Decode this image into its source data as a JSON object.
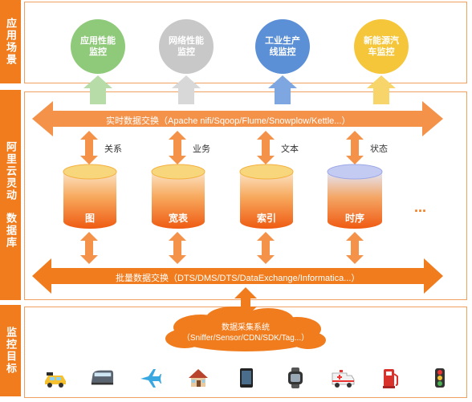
{
  "sections": {
    "top_label": "应用场景",
    "middle_label_1": "阿里云灵动",
    "middle_label_2": "数据库",
    "bottom_label": "监控目标"
  },
  "scenarios": [
    {
      "label": "应用性能监控",
      "color": "#8fc97a"
    },
    {
      "label": "网络性能监控",
      "color": "#c8c8c8"
    },
    {
      "label": "工业生产线监控",
      "color": "#5b8fd6"
    },
    {
      "label": "新能源汽车监控",
      "color": "#f5c63a"
    }
  ],
  "realtime_bar": "实时数据交换（Apache nifi/Sqoop/Flume/Snowplow/Kettle...）",
  "batch_bar": "批量数据交换（DTS/DMS/DTS/DataExchange/Informatica...）",
  "relations": [
    "关系",
    "业务",
    "文本",
    "状态"
  ],
  "databases": [
    {
      "label": "图",
      "top_color": "#f5c63a"
    },
    {
      "label": "宽表",
      "top_color": "#f5c63a"
    },
    {
      "label": "索引",
      "top_color": "#f5c63a"
    },
    {
      "label": "时序",
      "top_color": "#b9c4f0"
    }
  ],
  "ellipsis": "...",
  "collection": {
    "title": "数据采集系统",
    "subtitle": "（Sniffer/Sensor/CDN/SDK/Tag...）"
  },
  "targets": [
    "taxi-icon",
    "train-icon",
    "airplane-icon",
    "house-icon",
    "phone-icon",
    "watch-icon",
    "ambulance-icon",
    "fuel-pump-icon",
    "traffic-light-icon"
  ],
  "colors": {
    "accent": "#f07c1e",
    "bar": "#f4924a"
  }
}
